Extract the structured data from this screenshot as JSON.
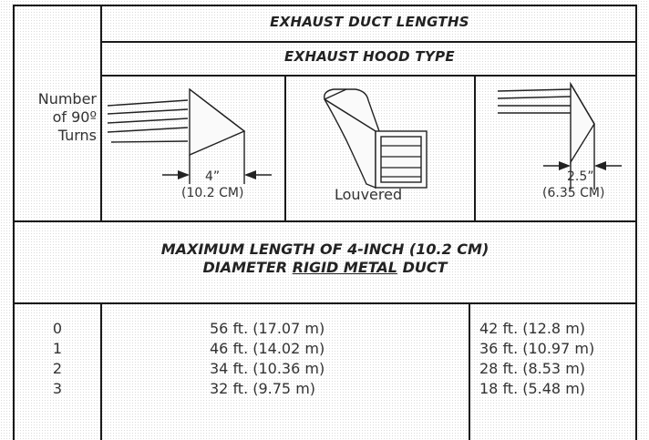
{
  "title": "EXHAUST DUCT LENGTHS",
  "subtitle": "EXHAUST HOOD TYPE",
  "turns_label": [
    "Number",
    "of 90º",
    "Turns"
  ],
  "hoods": [
    {
      "icon": "box-hood-icon",
      "dim_inch": "4”",
      "dim_metric": "(10.2 CM)"
    },
    {
      "icon": "louvered-hood-icon",
      "caption": "Louvered"
    },
    {
      "icon": "angled-hood-icon",
      "dim_inch": "2.5”",
      "dim_metric": "(6.35 CM)"
    }
  ],
  "max_length": {
    "line1": "MAXIMUM LENGTH OF 4-INCH (10.2 CM)",
    "line2_prefix": "DIAMETER ",
    "line2_underlined": "RIGID METAL",
    "line2_suffix": " DUCT"
  },
  "rows": [
    {
      "turns": "0",
      "hood_a": "56 ft. (17.07 m)",
      "hood_b": "42 ft. (12.8 m)"
    },
    {
      "turns": "1",
      "hood_a": "46 ft. (14.02 m)",
      "hood_b": "36 ft. (10.97 m)"
    },
    {
      "turns": "2",
      "hood_a": "34 ft. (10.36 m)",
      "hood_b": "28 ft. (8.53 m)"
    },
    {
      "turns": "3",
      "hood_a": "32 ft. (9.75 m)",
      "hood_b": "18 ft. (5.48 m)"
    }
  ]
}
